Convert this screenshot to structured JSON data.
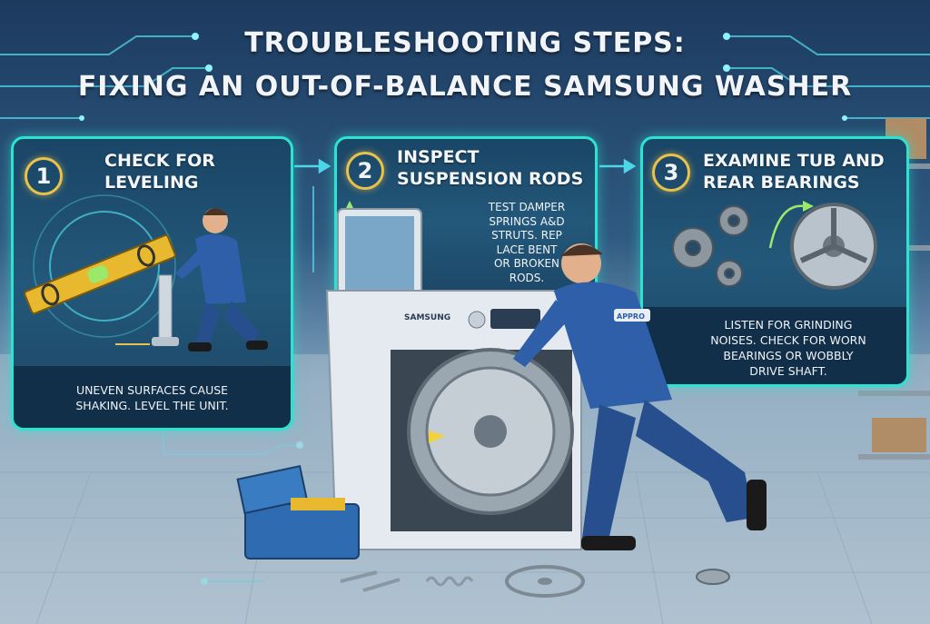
{
  "title": {
    "line1": "TROUBLESHOOTING STEPS:",
    "line2": "FIXING AN OUT-OF-BALANCE SAMSUNG WASHER"
  },
  "steps": [
    {
      "number": "1",
      "heading_line1": "CHECK FOR",
      "heading_line2": "LEVELING",
      "caption_line1": "UNEVEN SURFACES CAUSE",
      "caption_line2": "SHAKING. LEVEL THE UNIT."
    },
    {
      "number": "2",
      "heading_line1": "INSPECT",
      "heading_line2": "SUSPENSION RODS",
      "caption_line1": "TEST DAMPER",
      "caption_line2": "SPRINGS A&D",
      "caption_line3": "STRUTS. REP",
      "caption_line4": "LACE BENT",
      "caption_line5": "OR BROKEN",
      "caption_line6": "RODS."
    },
    {
      "number": "3",
      "heading_line1": "EXAMINE TUB AND",
      "heading_line2": "REAR BEARINGS",
      "caption_line1": "LISTEN FOR GRINDING",
      "caption_line2": "NOISES. CHECK FOR WORN",
      "caption_line3": "BEARINGS OR WOBBLY",
      "caption_line4": "DRIVE SHAFT."
    }
  ],
  "labels": {
    "washer_brand": "SAMSUNG",
    "badge_text": "APPRO"
  },
  "colors": {
    "panel_border": "#2be3d0",
    "number_ring": "#e8c24a",
    "uniform": "#2f5fa8",
    "arrow_yellow": "#f2d23a"
  },
  "icons": [
    "spirit-level-icon",
    "gear-icon",
    "bearing-wheel-icon",
    "toolbox-icon",
    "wrench-icon",
    "arrow-icon"
  ]
}
